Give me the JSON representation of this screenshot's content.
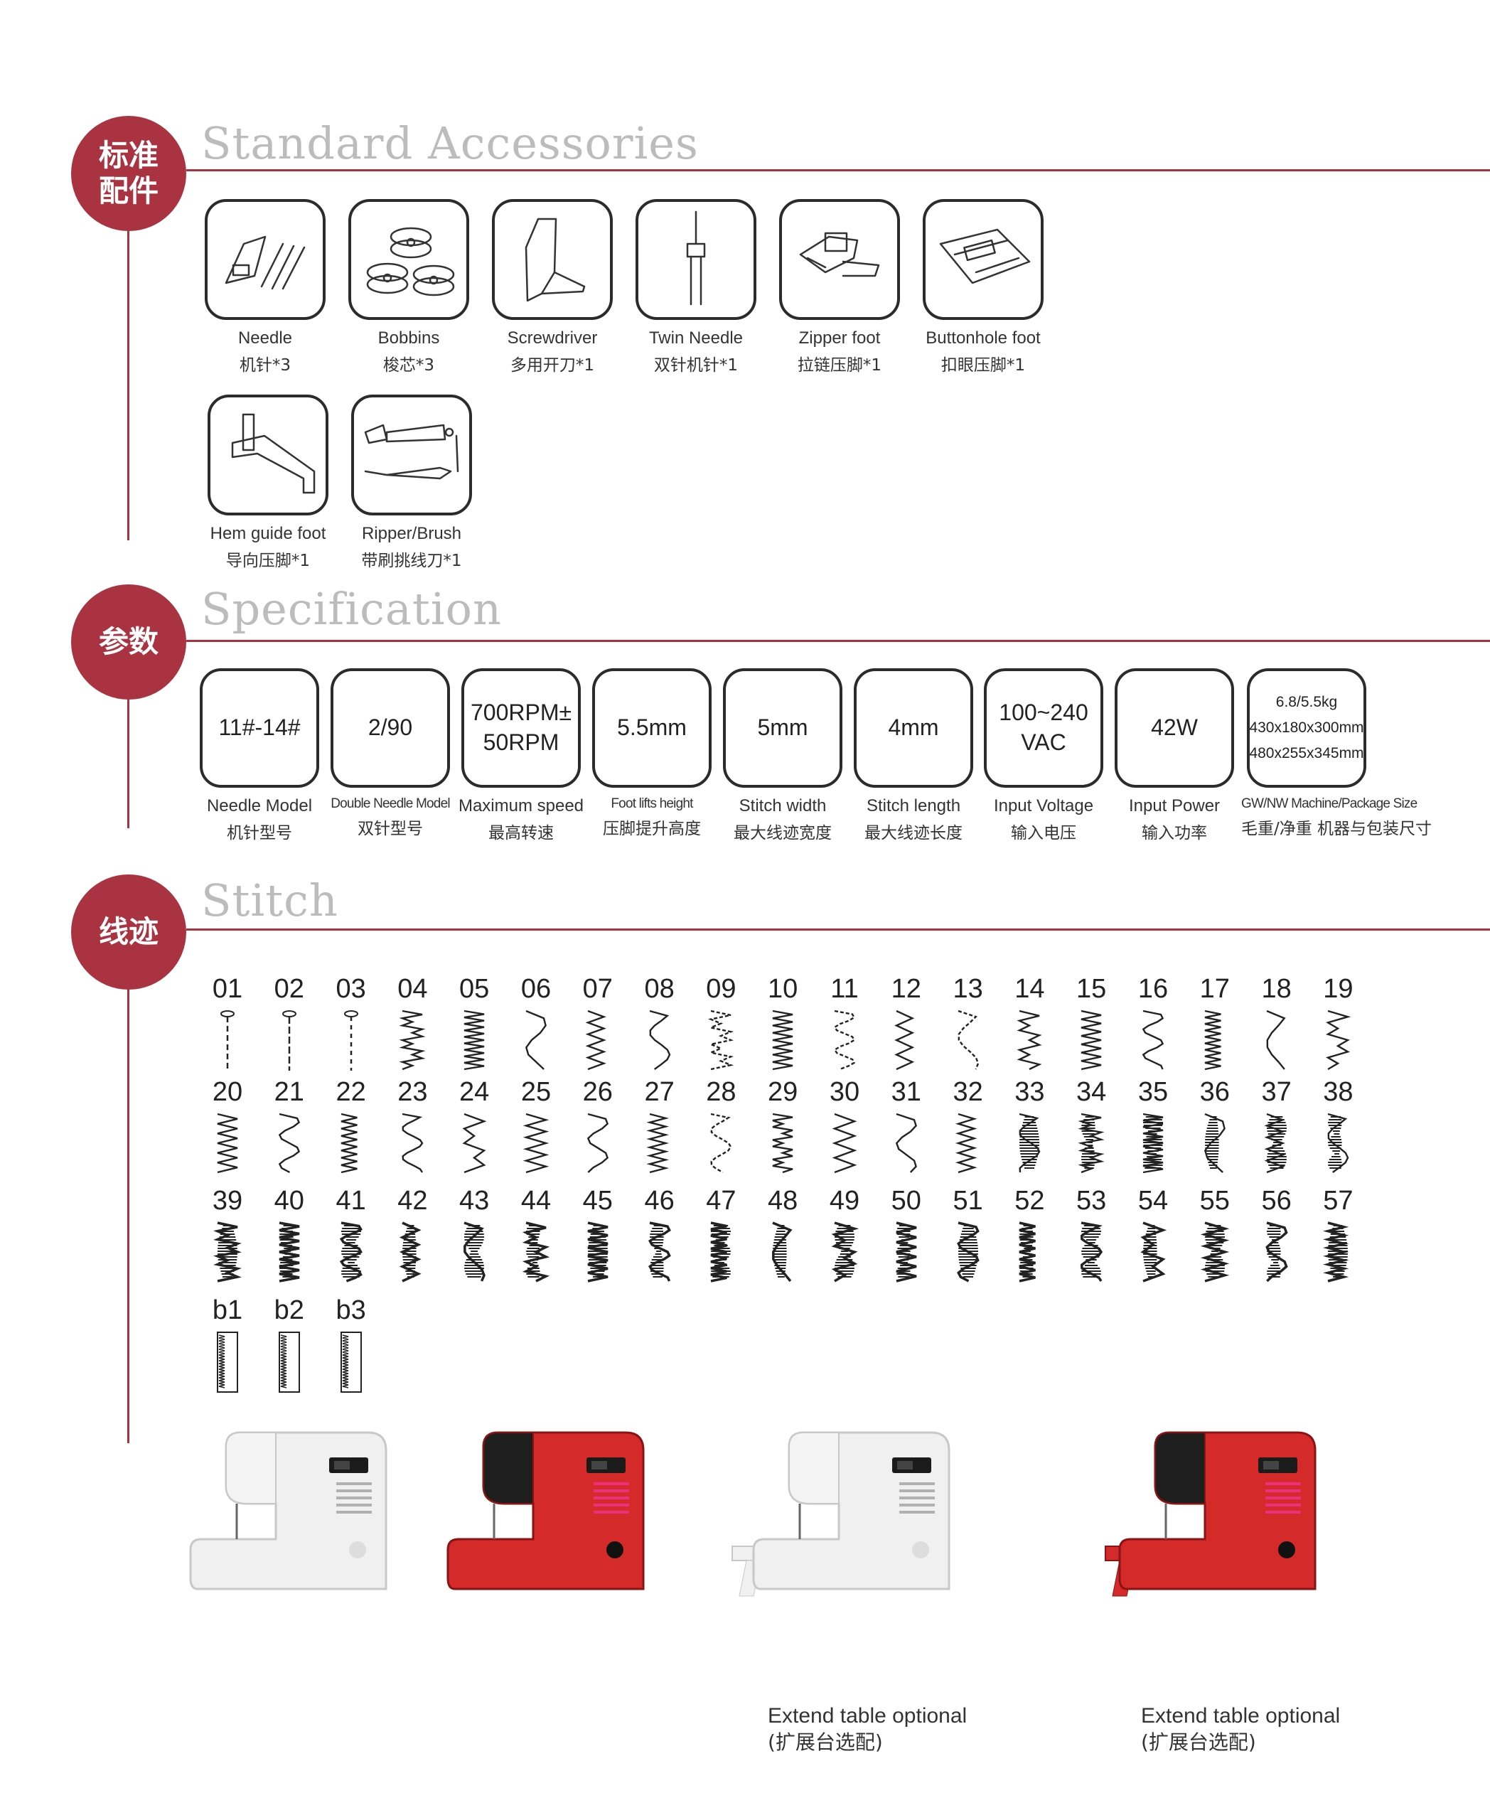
{
  "sections": {
    "accessories": {
      "badge": "标准\n配件",
      "title": "Standard Accessories"
    },
    "specification": {
      "badge": "参数",
      "title": "Specification"
    },
    "stitch": {
      "badge": "线迹",
      "title": "Stitch"
    }
  },
  "accessories": [
    {
      "icon": "needle-icon",
      "en": "Needle",
      "cn": "机针*3"
    },
    {
      "icon": "bobbins-icon",
      "en": "Bobbins",
      "cn": "梭芯*3"
    },
    {
      "icon": "screwdriver-icon",
      "en": "Screwdriver",
      "cn": "多用开刀*1"
    },
    {
      "icon": "twin-needle-icon",
      "en": "Twin Needle",
      "cn": "双针机针*1"
    },
    {
      "icon": "zipper-foot-icon",
      "en": "Zipper foot",
      "cn": "拉链压脚*1"
    },
    {
      "icon": "buttonhole-foot-icon",
      "en": "Buttonhole foot",
      "cn": "扣眼压脚*1"
    },
    {
      "icon": "hem-guide-foot-icon",
      "en": "Hem guide foot",
      "cn": "导向压脚*1"
    },
    {
      "icon": "ripper-brush-icon",
      "en": "Ripper/Brush",
      "cn": "带刷挑线刀*1"
    }
  ],
  "specs": [
    {
      "value": "11#-14#",
      "en": "Needle Model",
      "cn": "机针型号"
    },
    {
      "value": "2/90",
      "en": "Double Needle Model",
      "cn": "双针型号"
    },
    {
      "value": "700RPM±\n50RPM",
      "en": "Maximum speed",
      "cn": "最高转速"
    },
    {
      "value": "5.5mm",
      "en": "Foot lifts height",
      "cn": "压脚提升高度"
    },
    {
      "value": "5mm",
      "en": "Stitch width",
      "cn": "最大线迹宽度"
    },
    {
      "value": "4mm",
      "en": "Stitch length",
      "cn": "最大线迹长度"
    },
    {
      "value": "100~240\nVAC",
      "en": "Input Voltage",
      "cn": "输入电压"
    },
    {
      "value": "42W",
      "en": "Input Power",
      "cn": "输入功率"
    },
    {
      "value": "6.8/5.5kg\n430x180x300mm\n480x255x345mm",
      "en": "GW/NW Machine/Package Size",
      "cn": "毛重/净重 机器与包装尺寸"
    }
  ],
  "stitches": {
    "rows": [
      [
        "01",
        "02",
        "03",
        "04",
        "05",
        "06",
        "07",
        "08",
        "09",
        "10",
        "11",
        "12",
        "13",
        "14",
        "15",
        "16",
        "17",
        "18",
        "19"
      ],
      [
        "20",
        "21",
        "22",
        "23",
        "24",
        "25",
        "26",
        "27",
        "28",
        "29",
        "30",
        "31",
        "32",
        "33",
        "34",
        "35",
        "36",
        "37",
        "38"
      ],
      [
        "39",
        "40",
        "41",
        "42",
        "43",
        "44",
        "45",
        "46",
        "47",
        "48",
        "49",
        "50",
        "51",
        "52",
        "53",
        "54",
        "55",
        "56",
        "57"
      ],
      [
        "b1",
        "b2",
        "b3"
      ]
    ]
  },
  "machines": [
    {
      "name": "white-machine",
      "color": "#f0f0f0"
    },
    {
      "name": "red-machine",
      "color": "#d42a2a"
    },
    {
      "name": "white-machine-extend-table",
      "color": "#f0f0f0",
      "caption_en": "Extend table optional",
      "caption_cn": "(扩展台选配)"
    },
    {
      "name": "red-machine-extend-table",
      "color": "#d42a2a",
      "caption_en": "Extend table optional",
      "caption_cn": "(扩展台选配)"
    }
  ],
  "colors": {
    "accent": "#a93340",
    "line": "#a8323e",
    "title_gray": "#bcbcbc"
  }
}
